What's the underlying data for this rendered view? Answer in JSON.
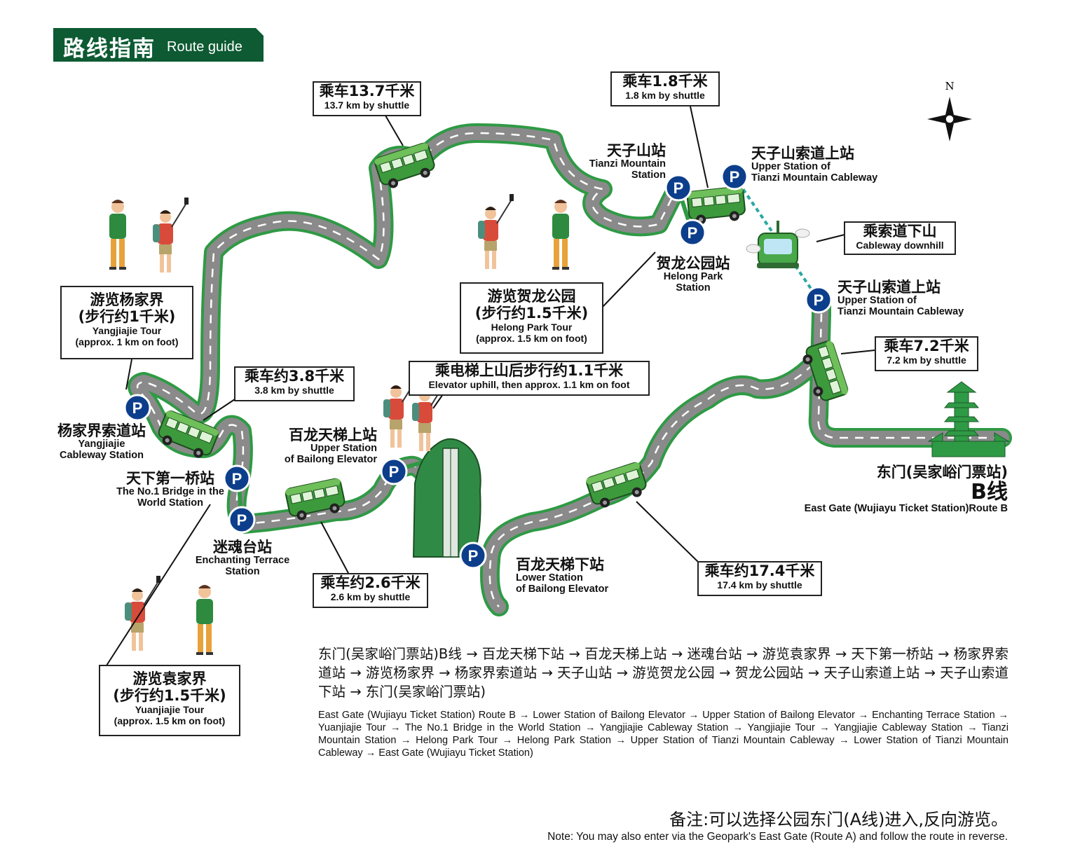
{
  "header": {
    "title_zh": "路线指南",
    "title_en": "Route guide"
  },
  "compass": {
    "north": "N"
  },
  "colors": {
    "brand_green": "#0d5a33",
    "road_gray": "#8a8a8a",
    "road_border": "#2f9a45",
    "parking_blue": "#0c3e8c",
    "cable_dash": "#2aa7a0"
  },
  "icons": [
    "parking-icon",
    "shuttle-bus-icon",
    "cable-car-icon",
    "pagoda-icon",
    "tourist-icon",
    "elevator-cliff-icon",
    "compass-icon"
  ],
  "shuttle_notes": {
    "s137": {
      "zh": "乘车13.7千米",
      "en": "13.7 km by shuttle"
    },
    "s18": {
      "zh": "乘车1.8千米",
      "en": "1.8 km by shuttle"
    },
    "s38": {
      "zh": "乘车约3.8千米",
      "en": "3.8 km by shuttle"
    },
    "s72": {
      "zh": "乘车7.2千米",
      "en": "7.2 km by shuttle"
    },
    "s26": {
      "zh": "乘车约2.6千米",
      "en": "2.6 km by shuttle"
    },
    "s174": {
      "zh": "乘车约17.4千米",
      "en": "17.4 km by shuttle"
    }
  },
  "cable_note": {
    "zh": "乘索道下山",
    "en": "Cableway downhill"
  },
  "elevator_note": {
    "zh": "乘电梯上山后步行约1.1千米",
    "en": "Elevator uphill, then approx. 1.1 km on foot"
  },
  "tours": {
    "yangjiajie": {
      "zh1": "游览杨家界",
      "zh2": "(步行约1千米)",
      "en1": "Yangjiajie Tour",
      "en2": "(approx. 1 km on foot)"
    },
    "helong": {
      "zh1": "游览贺龙公园",
      "zh2": "(步行约1.5千米)",
      "en1": "Helong Park Tour",
      "en2": "(approx. 1.5 km on foot)"
    },
    "yuanjiajie": {
      "zh1": "游览袁家界",
      "zh2": "(步行约1.5千米)",
      "en1": "Yuanjiajie Tour",
      "en2": "(approx. 1.5 km on foot)"
    }
  },
  "stations": {
    "tianzi": {
      "zh": "天子山站",
      "en1": "Tianzi Mountain",
      "en2": "Station"
    },
    "cable_upper_1": {
      "zh": "天子山索道上站",
      "en1": "Upper Station of",
      "en2": "Tianzi Mountain Cableway"
    },
    "cable_upper_2": {
      "zh": "天子山索道上站",
      "en1": "Upper Station of",
      "en2": "Tianzi Mountain Cableway"
    },
    "helong": {
      "zh": "贺龙公园站",
      "en1": "Helong Park",
      "en2": "Station"
    },
    "yangjiajie_cable": {
      "zh": "杨家界索道站",
      "en1": "Yangjiajie",
      "en2": "Cableway Station"
    },
    "no1bridge": {
      "zh": "天下第一桥站",
      "en1": "The No.1 Bridge in the",
      "en2": "World Station"
    },
    "bailong_upper": {
      "zh": "百龙天梯上站",
      "en1": "Upper Station",
      "en2": "of Bailong Elevator"
    },
    "enchanting": {
      "zh": "迷魂台站",
      "en1": "Enchanting Terrace",
      "en2": "Station"
    },
    "bailong_lower": {
      "zh": "百龙天梯下站",
      "en1": "Lower Station",
      "en2": "of Bailong Elevator"
    },
    "east_gate": {
      "zh": "东门(吴家峪门票站)",
      "route": "B线",
      "en": "East Gate (Wujiayu Ticket Station)Route B"
    }
  },
  "parking_label": "P",
  "sequence_zh": "东门(吴家峪门票站)B线 → 百龙天梯下站 → 百龙天梯上站 → 迷魂台站 → 游览袁家界 → 天下第一桥站 → 杨家界索道站 → 游览杨家界 → 杨家界索道站 → 天子山站 → 游览贺龙公园 → 贺龙公园站 → 天子山索道上站 → 天子山索道下站 → 东门(吴家峪门票站)",
  "sequence_en": "East Gate (Wujiayu Ticket Station) Route B →  Lower Station of Bailong Elevator → Upper Station of Bailong Elevator → Enchanting Terrace Station → Yuanjiajie Tour → The No.1 Bridge in the World Station →  Yangjiajie Cableway Station → Yangjiajie Tour → Yangjiajie Cableway Station → Tianzi Mountain Station → Helong Park Tour → Helong Park Station → Upper Station of Tianzi Mountain Cableway → Lower Station of Tianzi Mountain Cableway → East Gate (Wujiayu Ticket Station)",
  "note_zh": "备注:可以选择公园东门(A线)进入,反向游览。",
  "note_en": "Note: You may also enter via the Geopark's East Gate (Route A) and follow the route in reverse."
}
